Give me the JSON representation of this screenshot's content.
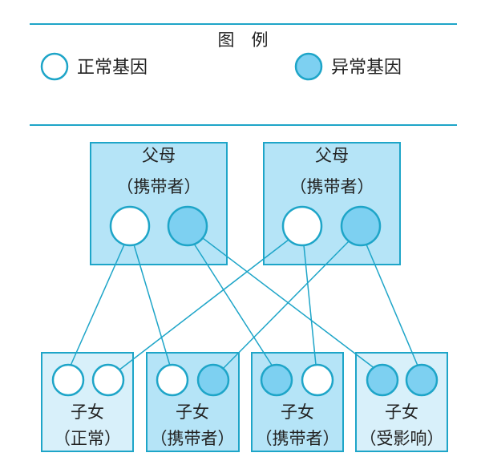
{
  "colors": {
    "border": "#1ea5c8",
    "carrier_fill": "#b5e4f7",
    "light_fill": "#d8f0fa",
    "abnormal": "#7dd0f1",
    "normal": "#ffffff"
  },
  "legend": {
    "title": "图　例",
    "normal_label": "正常基因",
    "abnormal_label": "异常基因"
  },
  "parents": [
    {
      "title": "父母",
      "subtitle": "（携带者）",
      "genes": [
        "normal",
        "abnormal"
      ]
    },
    {
      "title": "父母",
      "subtitle": "（携带者）",
      "genes": [
        "normal",
        "abnormal"
      ]
    }
  ],
  "children": [
    {
      "title": "子女",
      "subtitle": "（正常）",
      "genes": [
        "normal",
        "normal"
      ]
    },
    {
      "title": "子女",
      "subtitle": "（携带者）",
      "genes": [
        "normal",
        "abnormal"
      ]
    },
    {
      "title": "子女",
      "subtitle": "（携带者）",
      "genes": [
        "abnormal",
        "normal"
      ]
    },
    {
      "title": "子女",
      "subtitle": "（受影响）",
      "genes": [
        "abnormal",
        "abnormal"
      ]
    }
  ]
}
